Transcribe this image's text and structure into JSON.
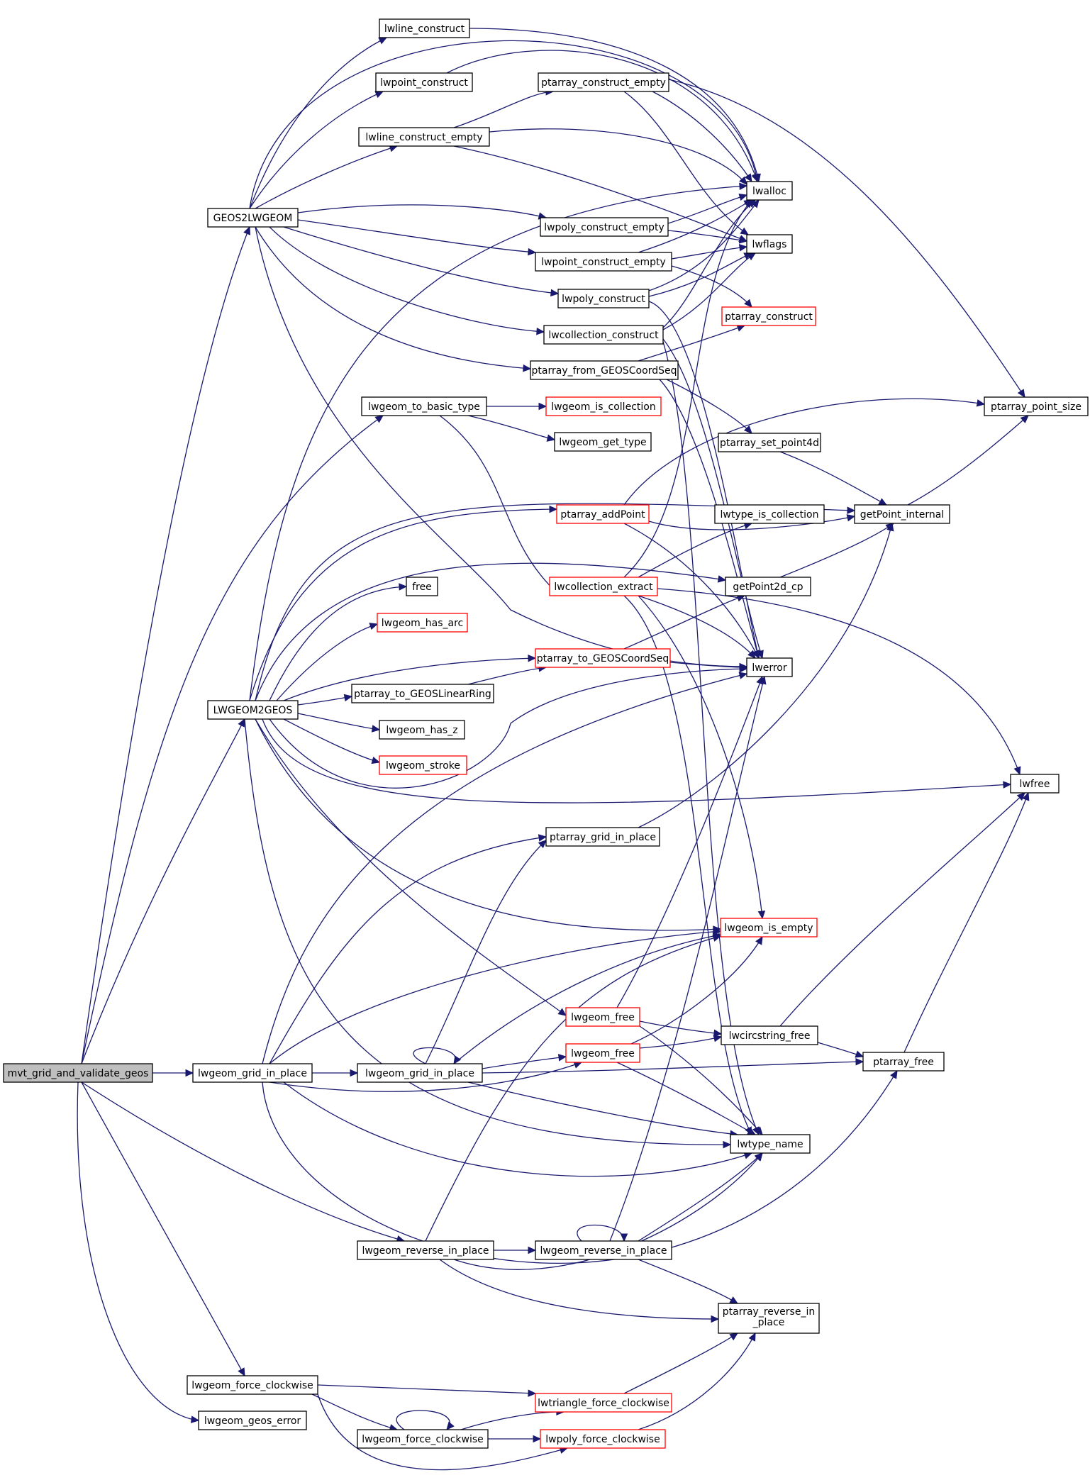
{
  "colors": {
    "edge": "#191970",
    "node_border": "#000000",
    "link_border": "#ff0000",
    "root_fill": "#bfbfbf"
  },
  "nodes": {
    "mvt_grid": "mvt_grid_and_validate_geos",
    "GEOS2LWGEOM": "GEOS2LWGEOM",
    "LWGEOM2GEOS": "LWGEOM2GEOS",
    "lwgeom_grid_a": "lwgeom_grid_in_place",
    "lwgeom_grid_b": "lwgeom_grid_in_place",
    "lwgeom_reverse_a": "lwgeom_reverse_in_place",
    "lwgeom_reverse_b": "lwgeom_reverse_in_place",
    "lwgeom_force_cw_a": "lwgeom_force_clockwise",
    "lwgeom_force_cw_b": "lwgeom_force_clockwise",
    "lwgeom_geos_error": "lwgeom_geos_error",
    "lwline_construct": "lwline_construct",
    "lwpoint_construct": "lwpoint_construct",
    "lwline_construct_empty": "lwline_construct_empty",
    "lwgeom_to_basic_type": "lwgeom_to_basic_type",
    "free": "free",
    "lwgeom_has_arc": "lwgeom_has_arc",
    "ptarray_to_GEOSLinearRing": "ptarray_to_GEOSLinearRing",
    "lwgeom_has_z": "lwgeom_has_z",
    "lwgeom_stroke": "lwgeom_stroke",
    "ptarray_construct_empty": "ptarray_construct_empty",
    "lwpoly_construct_empty": "lwpoly_construct_empty",
    "lwpoint_construct_empty": "lwpoint_construct_empty",
    "lwpoly_construct": "lwpoly_construct",
    "lwcollection_construct": "lwcollection_construct",
    "ptarray_from_GEOSCoordSeq": "ptarray_from_GEOSCoordSeq",
    "lwgeom_is_collection": "lwgeom_is_collection",
    "lwgeom_get_type": "lwgeom_get_type",
    "ptarray_addPoint": "ptarray_addPoint",
    "lwcollection_extract": "lwcollection_extract",
    "ptarray_to_GEOSCoordSeq": "ptarray_to_GEOSCoordSeq",
    "ptarray_grid_in_place": "ptarray_grid_in_place",
    "lwgeom_free_a": "lwgeom_free",
    "lwgeom_free_b": "lwgeom_free",
    "lwtriangle_force_clockwise": "lwtriangle_force_clockwise",
    "lwpoly_force_clockwise": "lwpoly_force_clockwise",
    "lwalloc": "lwalloc",
    "lwflags": "lwflags",
    "ptarray_construct": "ptarray_construct",
    "ptarray_set_point4d": "ptarray_set_point4d",
    "lwtype_is_collection": "lwtype_is_collection",
    "getPoint2d_cp": "getPoint2d_cp",
    "lwerror": "lwerror",
    "lwgeom_is_empty": "lwgeom_is_empty",
    "lwcircstring_free": "lwcircstring_free",
    "lwtype_name": "lwtype_name",
    "ptarray_reverse_in_place": [
      "ptarray_reverse_in",
      "_place"
    ],
    "ptarray_point_size": "ptarray_point_size",
    "getPoint_internal": "getPoint_internal",
    "lwfree": "lwfree",
    "ptarray_free": "ptarray_free"
  }
}
